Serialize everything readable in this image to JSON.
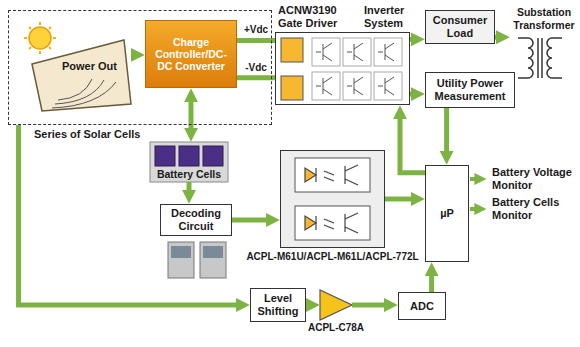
{
  "diagram": {
    "nodes": [
      {
        "text": [
          "Series of Solar Cells"
        ]
      },
      {
        "text": [
          "Power Out"
        ],
        "in": 0
      },
      {
        "text": [
          "Charge Controller/DC-DC Converter"
        ],
        "in": 0
      },
      {
        "text": [
          "ACNW3190 Gate Driver",
          "Inverter System"
        ]
      },
      {
        "text": [
          "Consumer Load"
        ]
      },
      {
        "text": [
          "Substation Transformer"
        ]
      },
      {
        "text": [
          "Utility Power Measurement"
        ]
      },
      {
        "text": [
          "Battery Cells"
        ]
      },
      {
        "text": [
          "Decoding Circuit"
        ]
      },
      {
        "text": [
          "ACPL-M61U/ACPL-M61L/ACPL-772L"
        ]
      },
      {
        "text": [
          "µP"
        ]
      },
      {
        "text": [
          "Level Shifting"
        ]
      },
      {
        "text": [
          "ACPL-C78A"
        ]
      },
      {
        "text": [
          "ADC"
        ]
      }
    ],
    "edges": [
      {
        "from": 1,
        "to": 2,
        "arrow": "to"
      },
      {
        "from": 2,
        "to": 3,
        "label": "+Vdc",
        "arrow": "none"
      },
      {
        "from": 2,
        "to": 3,
        "label": "-Vdc",
        "arrow": "none"
      },
      {
        "from": 2,
        "to": 7,
        "arrow": "both"
      },
      {
        "from": 3,
        "to": 4,
        "arrow": "to"
      },
      {
        "from": 4,
        "to": 5,
        "arrow": "to"
      },
      {
        "from": 3,
        "to": 6,
        "arrow": "to"
      },
      {
        "from": 6,
        "to": 10,
        "arrow": "to"
      },
      {
        "from": 7,
        "to": 8,
        "arrow": "to"
      },
      {
        "from": 8,
        "to": 9,
        "arrow": "to"
      },
      {
        "from": 9,
        "to": 10,
        "arrow": "to"
      },
      {
        "from": 10,
        "to": 3,
        "arrow": "to"
      },
      {
        "from": 0,
        "to": 11,
        "arrow": "to"
      },
      {
        "from": 11,
        "to": 12,
        "arrow": "to"
      },
      {
        "from": 12,
        "to": 13,
        "arrow": "to"
      },
      {
        "from": 13,
        "to": 10,
        "arrow": "to"
      }
    ],
    "labels": [
      "Battery Voltage Monitor",
      "Battery Cells Monitor"
    ]
  }
}
